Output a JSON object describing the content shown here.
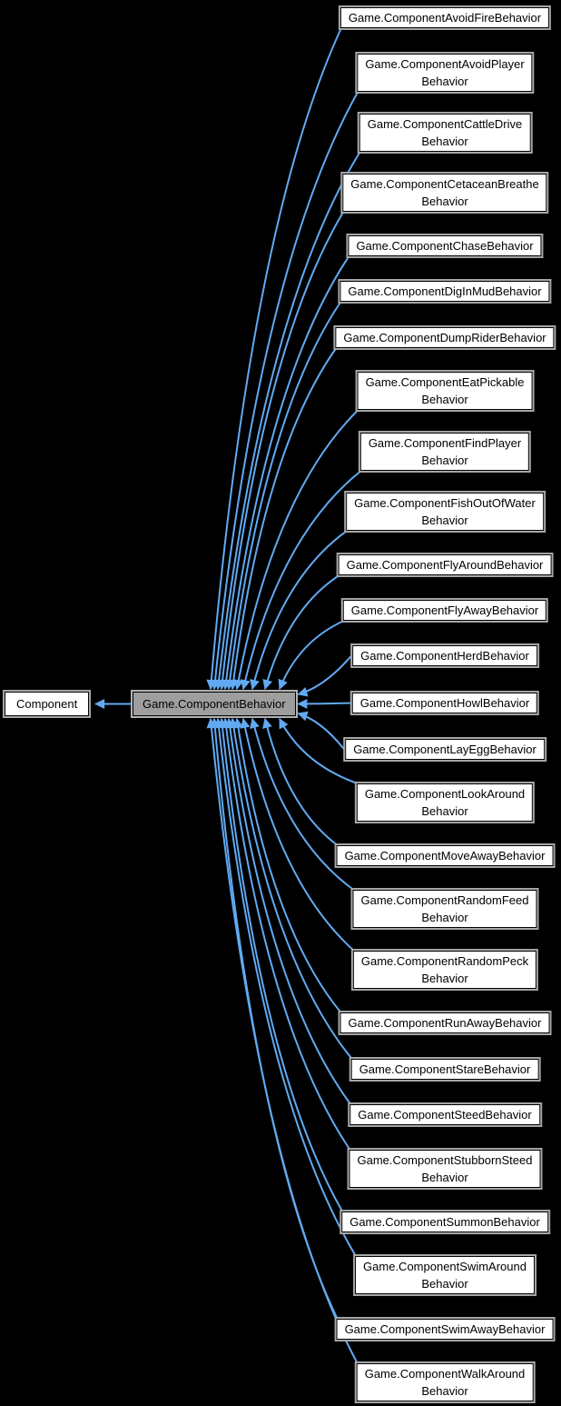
{
  "diagram": {
    "background_color": "#000000",
    "edge_color": "#61aaf2",
    "node_fill_color": "#ffffff",
    "node_ring_color": "#a6a6a6",
    "central_fill_color": "#9e9e9e",
    "central_ring_color": "#b2b2b2",
    "text_color": "#000000",
    "base_node": {
      "label": "Component"
    },
    "central_node": {
      "label": "Game.ComponentBehavior"
    },
    "derived_nodes": [
      {
        "lines": [
          "Game.ComponentAvoidFireBehavior"
        ]
      },
      {
        "lines": [
          "Game.ComponentAvoidPlayer",
          "Behavior"
        ]
      },
      {
        "lines": [
          "Game.ComponentCattleDrive",
          "Behavior"
        ]
      },
      {
        "lines": [
          "Game.ComponentCetaceanBreathe",
          "Behavior"
        ]
      },
      {
        "lines": [
          "Game.ComponentChaseBehavior"
        ]
      },
      {
        "lines": [
          "Game.ComponentDigInMudBehavior"
        ]
      },
      {
        "lines": [
          "Game.ComponentDumpRiderBehavior"
        ]
      },
      {
        "lines": [
          "Game.ComponentEatPickable",
          "Behavior"
        ]
      },
      {
        "lines": [
          "Game.ComponentFindPlayer",
          "Behavior"
        ]
      },
      {
        "lines": [
          "Game.ComponentFishOutOfWater",
          "Behavior"
        ]
      },
      {
        "lines": [
          "Game.ComponentFlyAroundBehavior"
        ]
      },
      {
        "lines": [
          "Game.ComponentFlyAwayBehavior"
        ]
      },
      {
        "lines": [
          "Game.ComponentHerdBehavior"
        ]
      },
      {
        "lines": [
          "Game.ComponentHowlBehavior"
        ]
      },
      {
        "lines": [
          "Game.ComponentLayEggBehavior"
        ]
      },
      {
        "lines": [
          "Game.ComponentLookAround",
          "Behavior"
        ]
      },
      {
        "lines": [
          "Game.ComponentMoveAwayBehavior"
        ]
      },
      {
        "lines": [
          "Game.ComponentRandomFeed",
          "Behavior"
        ]
      },
      {
        "lines": [
          "Game.ComponentRandomPeck",
          "Behavior"
        ]
      },
      {
        "lines": [
          "Game.ComponentRunAwayBehavior"
        ]
      },
      {
        "lines": [
          "Game.ComponentStareBehavior"
        ]
      },
      {
        "lines": [
          "Game.ComponentSteedBehavior"
        ]
      },
      {
        "lines": [
          "Game.ComponentStubbornSteed",
          "Behavior"
        ]
      },
      {
        "lines": [
          "Game.ComponentSummonBehavior"
        ]
      },
      {
        "lines": [
          "Game.ComponentSwimAround",
          "Behavior"
        ]
      },
      {
        "lines": [
          "Game.ComponentSwimAwayBehavior"
        ]
      },
      {
        "lines": [
          "Game.ComponentWalkAround",
          "Behavior"
        ]
      }
    ]
  }
}
